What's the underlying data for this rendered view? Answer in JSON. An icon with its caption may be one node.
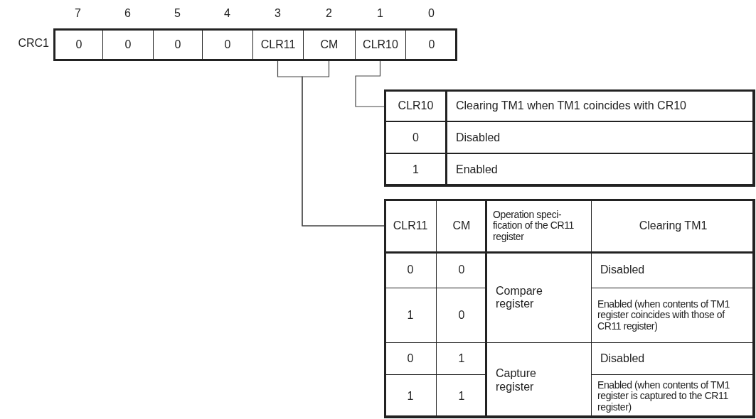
{
  "diagram": {
    "nodes": [
      {
        "text": [],
        "shape": "box",
        "beside": [
          "CRC1"
        ]
      },
      {
        "text": [
          "0"
        ],
        "in": 0
      },
      {
        "text": [
          "0"
        ],
        "in": 0
      },
      {
        "text": [
          "0"
        ],
        "in": 0
      },
      {
        "text": [
          "0"
        ],
        "in": 0
      },
      {
        "text": [
          "CLR11"
        ],
        "in": 0
      },
      {
        "text": [
          "CM"
        ],
        "in": 0
      },
      {
        "text": [
          "CLR10"
        ],
        "in": 0
      },
      {
        "text": [
          "0"
        ],
        "in": 0
      },
      {
        "text": [
          "CLR10",
          "Clearing TM1 when TM1 coincides with CR10",
          "0",
          "Disabled",
          "1",
          "Enabled"
        ]
      },
      {
        "text": [
          "CLR11",
          "CM",
          "Operation speci- fication of the CR11 register",
          "Clearing TM1",
          "0",
          "0",
          "Compare register",
          "Disabled",
          "1",
          "0",
          "Enabled (when contents of TM1 register coincides with those of CR11 register)",
          "0",
          "1",
          "Capture register",
          "Disabled",
          "1",
          "1",
          "Enabled (when contents of TM1 register is captured to the CR11 register)"
        ]
      }
    ],
    "edges": [
      {
        "from": 5,
        "to": 10,
        "arrow": "none"
      },
      {
        "from": 6,
        "to": 10,
        "arrow": "none"
      },
      {
        "from": 7,
        "to": 9,
        "arrow": "none"
      }
    ],
    "labels": [
      "7",
      "6",
      "5",
      "4",
      "3",
      "2",
      "1",
      "0"
    ]
  }
}
